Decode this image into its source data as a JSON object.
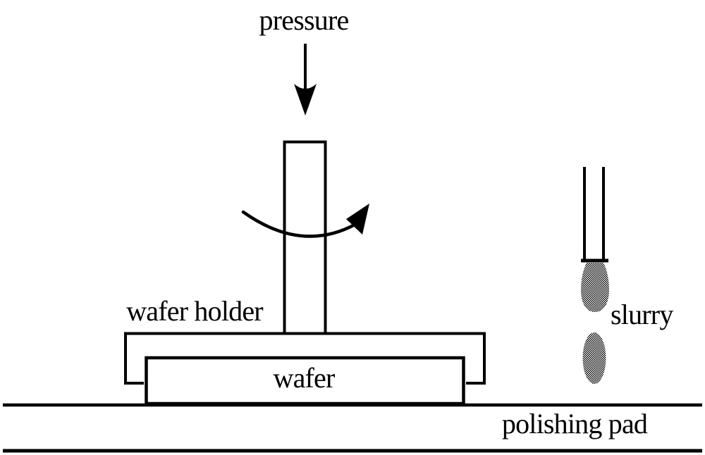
{
  "diagram": {
    "labels": {
      "pressure": "pressure",
      "wafer_holder": "wafer holder",
      "wafer": "wafer",
      "polishing_pad": "polishing pad",
      "slurry": "slurry"
    },
    "colors": {
      "line": "#000000",
      "background": "#ffffff",
      "slurry_dark": "#000000",
      "slurry_light": "#ffffff"
    }
  }
}
